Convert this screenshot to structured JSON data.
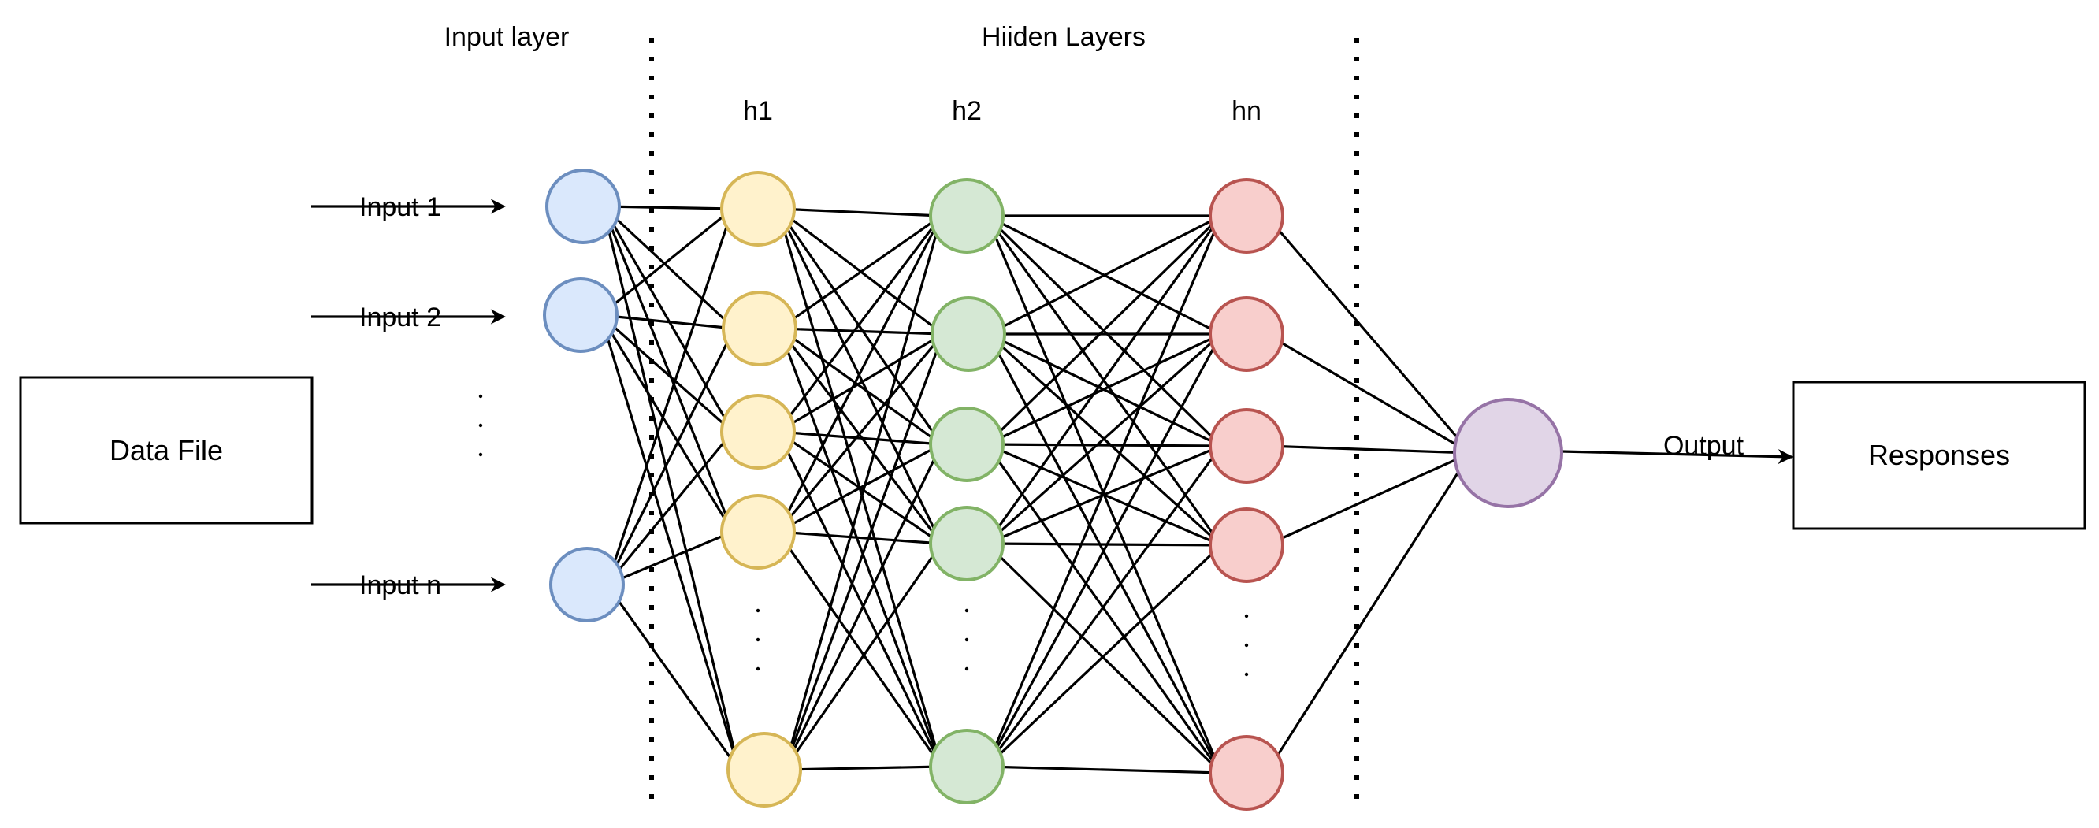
{
  "labels": {
    "input_layer": "Input layer",
    "hidden_layers": "Hiiden Layers",
    "h1": "h1",
    "h2": "h2",
    "hn": "hn",
    "input_1": "Input 1",
    "input_2": "Input 2",
    "input_n": "Input n",
    "output": "Output",
    "data_file": "Data File",
    "responses": "Responses"
  },
  "colors": {
    "input": {
      "fill": "#dae8fc",
      "stroke": "#6c8ebf"
    },
    "h1": {
      "fill": "#fff2cc",
      "stroke": "#d6b656"
    },
    "h2": {
      "fill": "#d5e8d4",
      "stroke": "#82b366"
    },
    "hn": {
      "fill": "#f8cecc",
      "stroke": "#b85450"
    },
    "output": {
      "fill": "#e1d5e7",
      "stroke": "#9673a6"
    }
  }
}
